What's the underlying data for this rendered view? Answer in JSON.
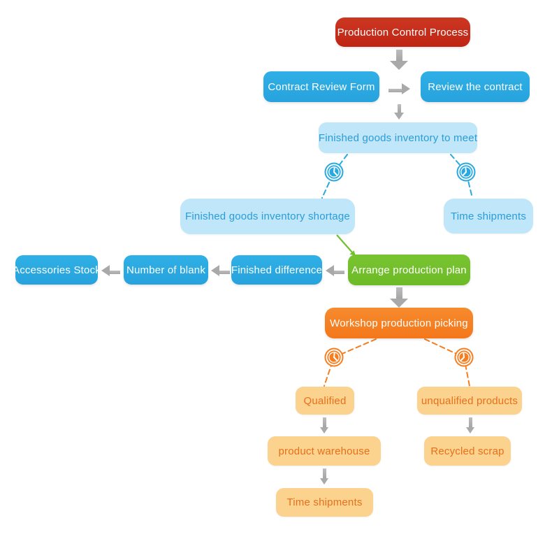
{
  "diagram": {
    "title": "Production Control Process",
    "background": "#ffffff"
  },
  "colors": {
    "red": "#c4291b",
    "blue": "#29a9e0",
    "light_blue": "#bfe6f9",
    "light_blue_text": "#2b9cd8",
    "green": "#72c02c",
    "orange": "#f57e20",
    "light_orange": "#fbd28e",
    "light_orange_text": "#e8701a",
    "arrow_gray": "#a9a9a9"
  },
  "nodes": {
    "production_control": {
      "label": "Production Control Process"
    },
    "contract_review_form": {
      "label": "Contract Review Form"
    },
    "review_contract": {
      "label": "Review the contract"
    },
    "inventory_to_meet": {
      "label": "Finished goods inventory to meet"
    },
    "inventory_shortage": {
      "label": "Finished goods inventory shortage"
    },
    "time_shipments_upper": {
      "label": "Time shipments"
    },
    "arrange_plan": {
      "label": "Arrange production plan"
    },
    "finished_difference": {
      "label": "Finished difference"
    },
    "number_of_blank": {
      "label": "Number of blank"
    },
    "accessories_stock": {
      "label": "Accessories Stock"
    },
    "workshop_picking": {
      "label": "Workshop production picking"
    },
    "qualified": {
      "label": "Qualified"
    },
    "unqualified": {
      "label": "unqualified products"
    },
    "product_warehouse": {
      "label": "product warehouse"
    },
    "recycled_scrap": {
      "label": "Recycled scrap"
    },
    "time_shipments_lower": {
      "label": "Time shipments"
    }
  },
  "icons": {
    "clocks": [
      {
        "name": "clock-icon",
        "color": "#29a9e0",
        "position": "left of inventory decision"
      },
      {
        "name": "clock-icon",
        "color": "#29a9e0",
        "position": "right of inventory decision"
      },
      {
        "name": "clock-icon",
        "color": "#f57e20",
        "position": "left of workshop decision"
      },
      {
        "name": "clock-icon",
        "color": "#f57e20",
        "position": "right of workshop decision"
      }
    ]
  },
  "edges": [
    {
      "from": "production_control",
      "to": "contract_review_form",
      "style": "gray-arrow-down"
    },
    {
      "from": "contract_review_form",
      "to": "review_contract",
      "style": "gray-arrow-right"
    },
    {
      "from": "contract_review_form",
      "to": "inventory_to_meet",
      "style": "gray-arrow-down"
    },
    {
      "from": "inventory_to_meet",
      "to": "inventory_shortage",
      "style": "dashed-blue-clock"
    },
    {
      "from": "inventory_to_meet",
      "to": "time_shipments_upper",
      "style": "dashed-blue-clock"
    },
    {
      "from": "inventory_shortage",
      "to": "arrange_plan",
      "style": "green-line"
    },
    {
      "from": "arrange_plan",
      "to": "finished_difference",
      "style": "gray-arrow-left"
    },
    {
      "from": "finished_difference",
      "to": "number_of_blank",
      "style": "gray-arrow-left"
    },
    {
      "from": "number_of_blank",
      "to": "accessories_stock",
      "style": "gray-arrow-left"
    },
    {
      "from": "arrange_plan",
      "to": "workshop_picking",
      "style": "gray-arrow-down"
    },
    {
      "from": "workshop_picking",
      "to": "qualified",
      "style": "dashed-orange-clock"
    },
    {
      "from": "workshop_picking",
      "to": "unqualified",
      "style": "dashed-orange-clock"
    },
    {
      "from": "qualified",
      "to": "product_warehouse",
      "style": "gray-arrow-down"
    },
    {
      "from": "unqualified",
      "to": "recycled_scrap",
      "style": "gray-arrow-down"
    },
    {
      "from": "product_warehouse",
      "to": "time_shipments_lower",
      "style": "gray-arrow-down"
    }
  ]
}
